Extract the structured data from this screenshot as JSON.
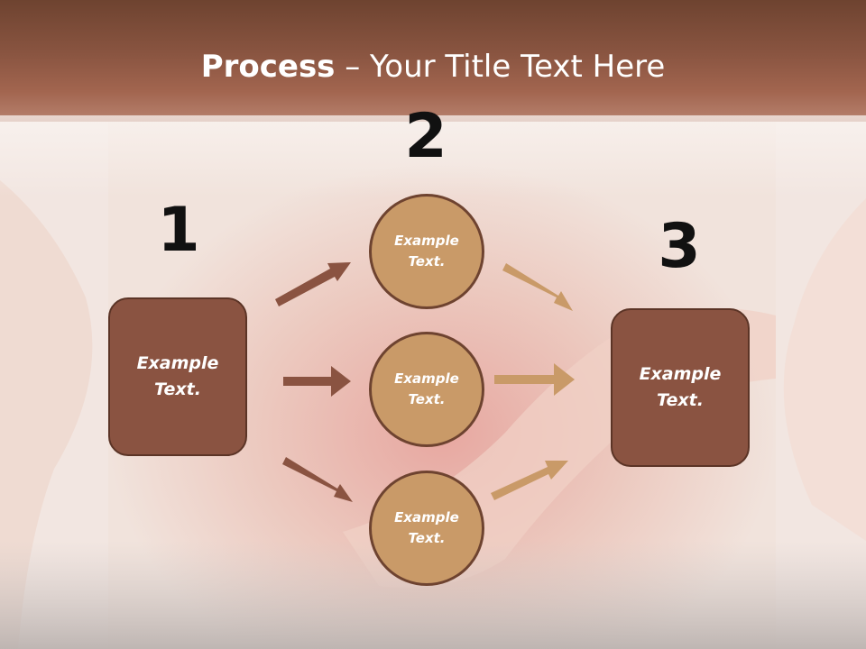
{
  "slide": {
    "title_bold": "Process",
    "title_rest": " – Your Title Text Here"
  },
  "steps": [
    {
      "number": "1",
      "label": "Example Text."
    },
    {
      "number": "2",
      "items": [
        "Example Text.",
        "Example Text.",
        "Example Text."
      ]
    },
    {
      "number": "3",
      "label": "Example Text."
    }
  ],
  "colors": {
    "header": "#8a5541",
    "box_fill": "#8a5341",
    "circle_fill": "#c99a68",
    "arrow_dark": "#8a5341",
    "arrow_light": "#c99a68"
  }
}
